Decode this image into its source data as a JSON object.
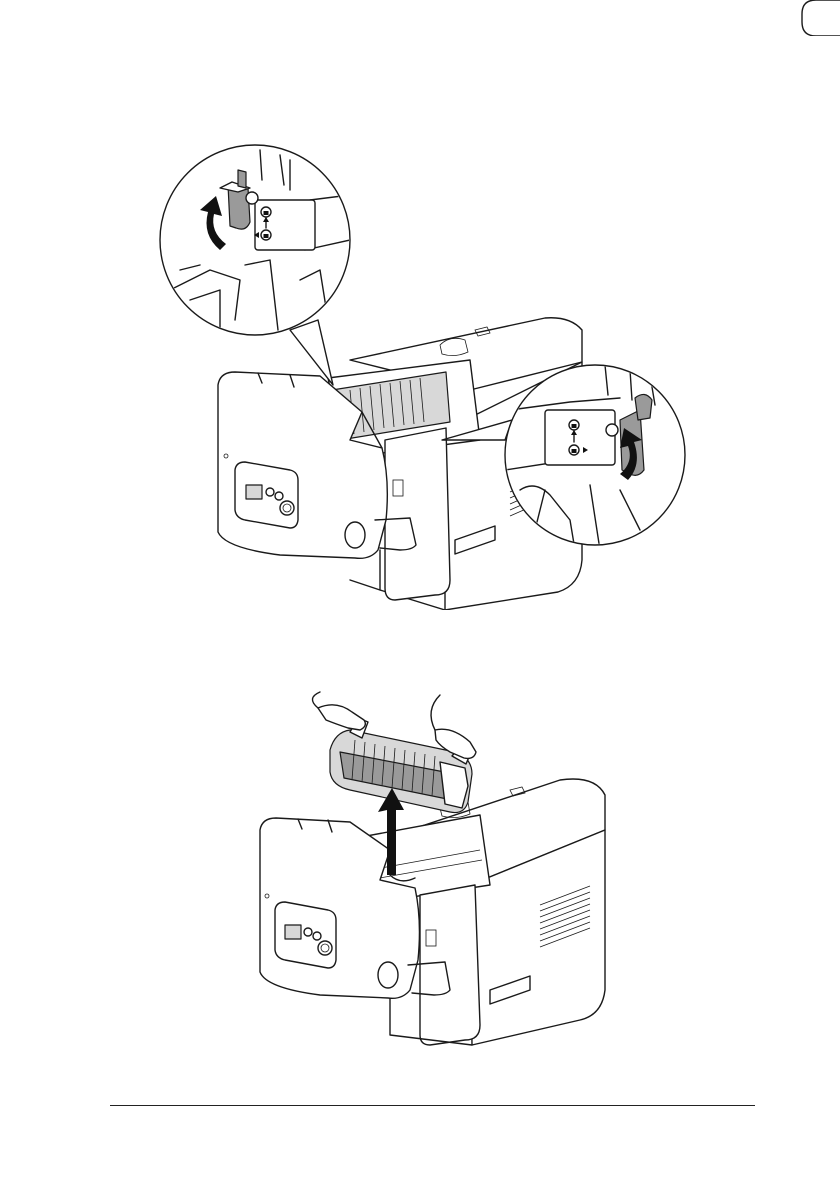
{
  "page": {
    "background": "#ffffff",
    "ink_color": "#1a1a1a",
    "shade_color": "#9a9a9a"
  },
  "figures": [
    {
      "id": "fig1",
      "depicts": "printer-front-cover-open-fuser-lock-levers",
      "icons": [
        "left-lever-callout-icon",
        "right-lever-callout-icon",
        "lock-symbol-icon",
        "curved-arrow-up-icon"
      ]
    },
    {
      "id": "fig2",
      "depicts": "printer-fuser-unit-lifted-out",
      "icons": [
        "fuser-unit-icon",
        "hands-icon",
        "straight-arrow-up-icon"
      ]
    }
  ]
}
